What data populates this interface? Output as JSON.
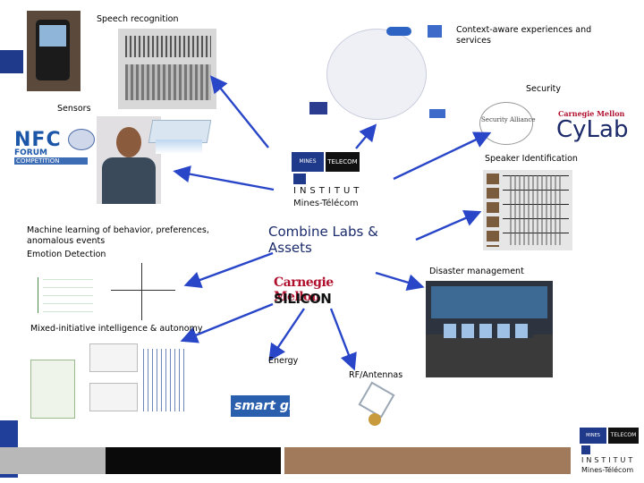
{
  "center": {
    "title": "Combine Labs & Assets"
  },
  "logos": {
    "mines_telecom": {
      "badge_left": "MINES",
      "badge_right": "TELECOM",
      "line1": "INSTITUT",
      "line2": "Mines-Télécom"
    },
    "cmu_sv": {
      "line1": "Carnegie Mellon",
      "line2": "SILICON VALLEY"
    },
    "cylab": {
      "cmu": "Carnegie Mellon",
      "name": "CyLab"
    },
    "alliance": {
      "text": "Security Alliance"
    },
    "nfc": {
      "text": "FORUM",
      "sub": "COMPETITION"
    },
    "smart_grid": {
      "text": "smart grid"
    },
    "footer": {
      "badge_left": "MINES",
      "badge_right": "TELECOM",
      "line1": "INSTITUT",
      "line2": "Mines-Télécom"
    }
  },
  "labels": {
    "speech": "Speech recognition",
    "context": "Context-aware experiences and services",
    "security": "Security",
    "sensors": "Sensors",
    "speaker": "Speaker Identification",
    "ml": "Machine learning of behavior, preferences, anomalous events",
    "emotion": "Emotion Detection",
    "disaster": "Disaster management",
    "mixed": "Mixed-initiative intelligence & autonomy",
    "energy": "Energy",
    "rf": "RF/Antennas"
  },
  "colors": {
    "arrow": "#2946c8",
    "navy": "#1f3a8a",
    "cmu_red": "#b0102e",
    "footer_gray": "#b8b8b8",
    "footer_brown": "#a07a5a",
    "footer_black": "#0a0a0a",
    "footer_navy": "#1f3f9a"
  }
}
